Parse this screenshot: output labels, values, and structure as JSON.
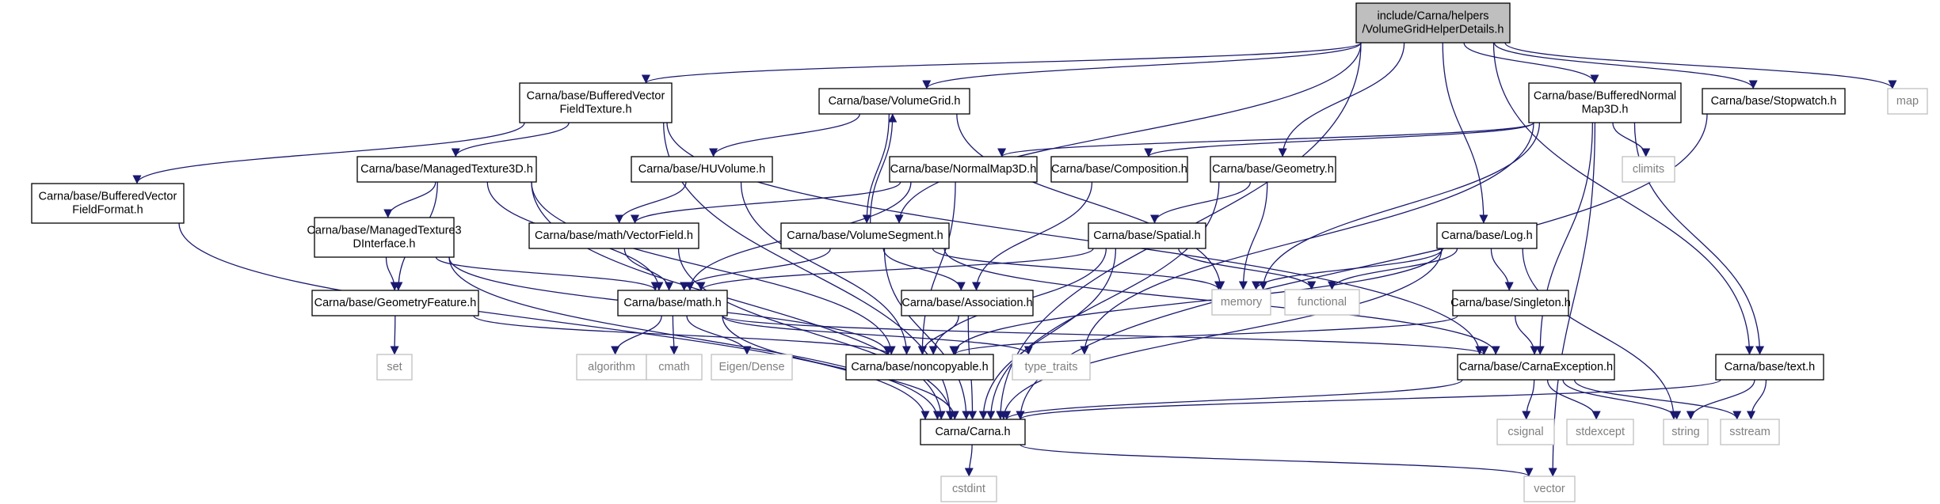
{
  "colors": {
    "edge": "#191970",
    "root_fill": "#bfbfbf",
    "dark_border": "#000000",
    "light_border": "#bfbfbf",
    "light_text": "#7f7f7f"
  },
  "nodes": {
    "root": [
      "include/Carna/helpers",
      "/VolumeGridHelperDetails.h"
    ],
    "bvft": [
      "Carna/base/BufferedVector",
      "FieldTexture.h"
    ],
    "volgrid": [
      "Carna/base/VolumeGrid.h"
    ],
    "bnm": [
      "Carna/base/BufferedNormal",
      "Map3D.h"
    ],
    "stopwatch": [
      "Carna/base/Stopwatch.h"
    ],
    "map": [
      "map"
    ],
    "mt3d": [
      "Carna/base/ManagedTexture3D.h"
    ],
    "huvol": [
      "Carna/base/HUVolume.h"
    ],
    "nm3d": [
      "Carna/base/NormalMap3D.h"
    ],
    "composition": [
      "Carna/base/Composition.h"
    ],
    "geometry": [
      "Carna/base/Geometry.h"
    ],
    "climits": [
      "climits"
    ],
    "bvff": [
      "Carna/base/BufferedVector",
      "FieldFormat.h"
    ],
    "mt3di": [
      "Carna/base/ManagedTexture3",
      "DInterface.h"
    ],
    "vfield": [
      "Carna/base/math/VectorField.h"
    ],
    "volseg": [
      "Carna/base/VolumeSegment.h"
    ],
    "spatial": [
      "Carna/base/Spatial.h"
    ],
    "log": [
      "Carna/base/Log.h"
    ],
    "memory": [
      "memory"
    ],
    "functional": [
      "functional"
    ],
    "geofeat": [
      "Carna/base/GeometryFeature.h"
    ],
    "math": [
      "Carna/base/math.h"
    ],
    "assoc": [
      "Carna/base/Association.h"
    ],
    "singleton": [
      "Carna/base/Singleton.h"
    ],
    "set": [
      "set"
    ],
    "algorithm": [
      "algorithm"
    ],
    "cmath": [
      "cmath"
    ],
    "eigen": [
      "Eigen/Dense"
    ],
    "noncopy": [
      "Carna/base/noncopyable.h"
    ],
    "typetraits": [
      "type_traits"
    ],
    "carnaexc": [
      "Carna/base/CarnaException.h"
    ],
    "text": [
      "Carna/base/text.h"
    ],
    "carna": [
      "Carna/Carna.h"
    ],
    "csignal": [
      "csignal"
    ],
    "stdexcept": [
      "stdexcept"
    ],
    "string": [
      "string"
    ],
    "sstream": [
      "sstream"
    ],
    "cstdint": [
      "cstdint"
    ],
    "vector": [
      "vector"
    ]
  }
}
